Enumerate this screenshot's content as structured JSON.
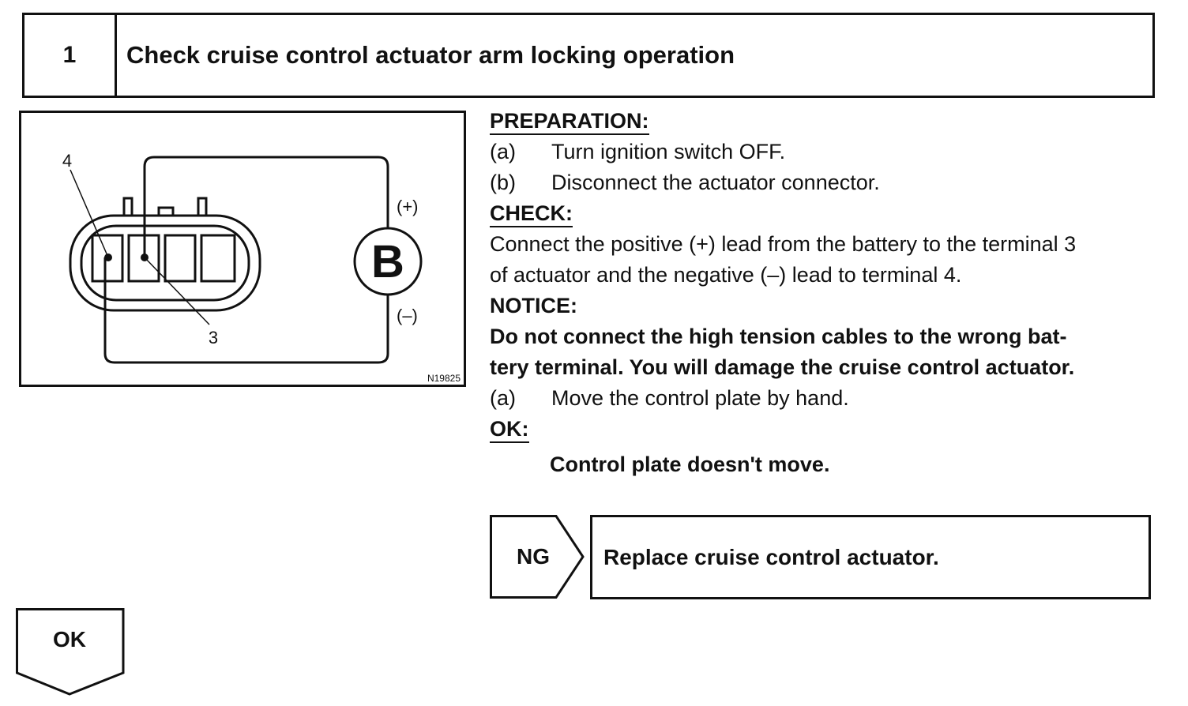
{
  "step": {
    "number": "1",
    "title": "Check cruise control actuator arm locking operation"
  },
  "figure": {
    "terminal_4": "4",
    "terminal_3": "3",
    "battery_symbol": "B",
    "positive_label": "(+)",
    "negative_label": "(–)",
    "figure_code": "N19825"
  },
  "preparation": {
    "heading": "PREPARATION:",
    "items": [
      {
        "letter": "(a)",
        "text": "Turn ignition switch OFF."
      },
      {
        "letter": "(b)",
        "text": "Disconnect the actuator connector."
      }
    ]
  },
  "check": {
    "heading": "CHECK:",
    "lines": [
      "Connect the positive (+) lead from the battery to the terminal 3",
      "of actuator and the negative (–) lead to terminal 4."
    ]
  },
  "notice": {
    "heading": "NOTICE:",
    "lines": [
      "Do not connect the high tension cables to the wrong bat-",
      "tery terminal. You will damage the cruise control actuator."
    ]
  },
  "step_a": {
    "letter": "(a)",
    "text": "Move the control plate by hand."
  },
  "ok_spec": {
    "heading": "OK:",
    "result": "Control plate doesn't move."
  },
  "ng": {
    "label": "NG",
    "action": "Replace cruise control actuator."
  },
  "ok_flow": {
    "label": "OK"
  }
}
